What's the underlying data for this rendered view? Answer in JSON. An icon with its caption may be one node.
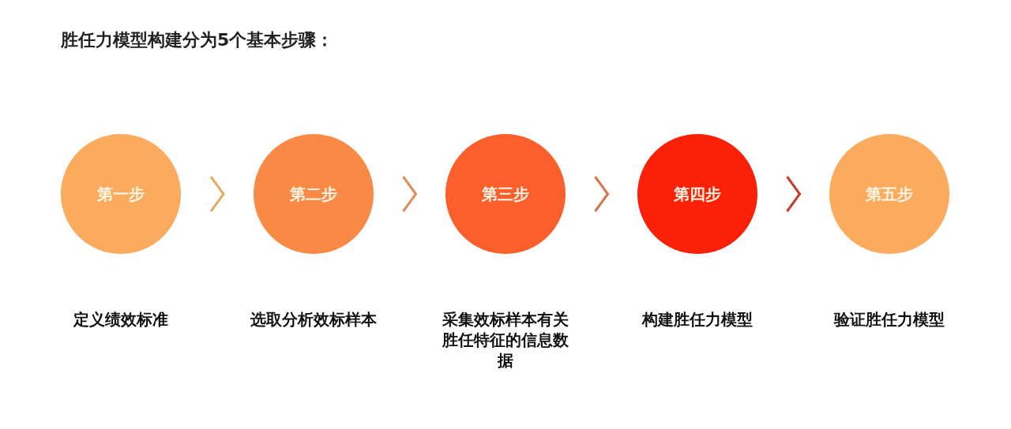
{
  "diagram": {
    "title": "胜任力模型构建分为5个基本步骤：",
    "nodes": [
      {
        "text": [
          "第一步"
        ],
        "beside": [
          "定义绩效标准"
        ]
      },
      {
        "text": [
          "第二步"
        ],
        "beside": [
          "选取分析效标样本"
        ]
      },
      {
        "text": [
          "第三步"
        ],
        "beside": [
          "采集效标样本有关胜任特征的信息数据"
        ]
      },
      {
        "text": [
          "第四步"
        ],
        "beside": [
          "构建胜任力模型"
        ]
      },
      {
        "text": [
          "第五步"
        ],
        "beside": [
          "验证胜任力模型"
        ]
      }
    ],
    "edges": [
      {
        "from": 0,
        "to": 1,
        "arrow": "to",
        "color": "#e8aa60"
      },
      {
        "from": 1,
        "to": 2,
        "arrow": "to",
        "color": "#e08a55"
      },
      {
        "from": 2,
        "to": 3,
        "arrow": "to",
        "color": "#d9704a"
      },
      {
        "from": 3,
        "to": 4,
        "arrow": "to",
        "color": "#c63a2a"
      }
    ]
  }
}
